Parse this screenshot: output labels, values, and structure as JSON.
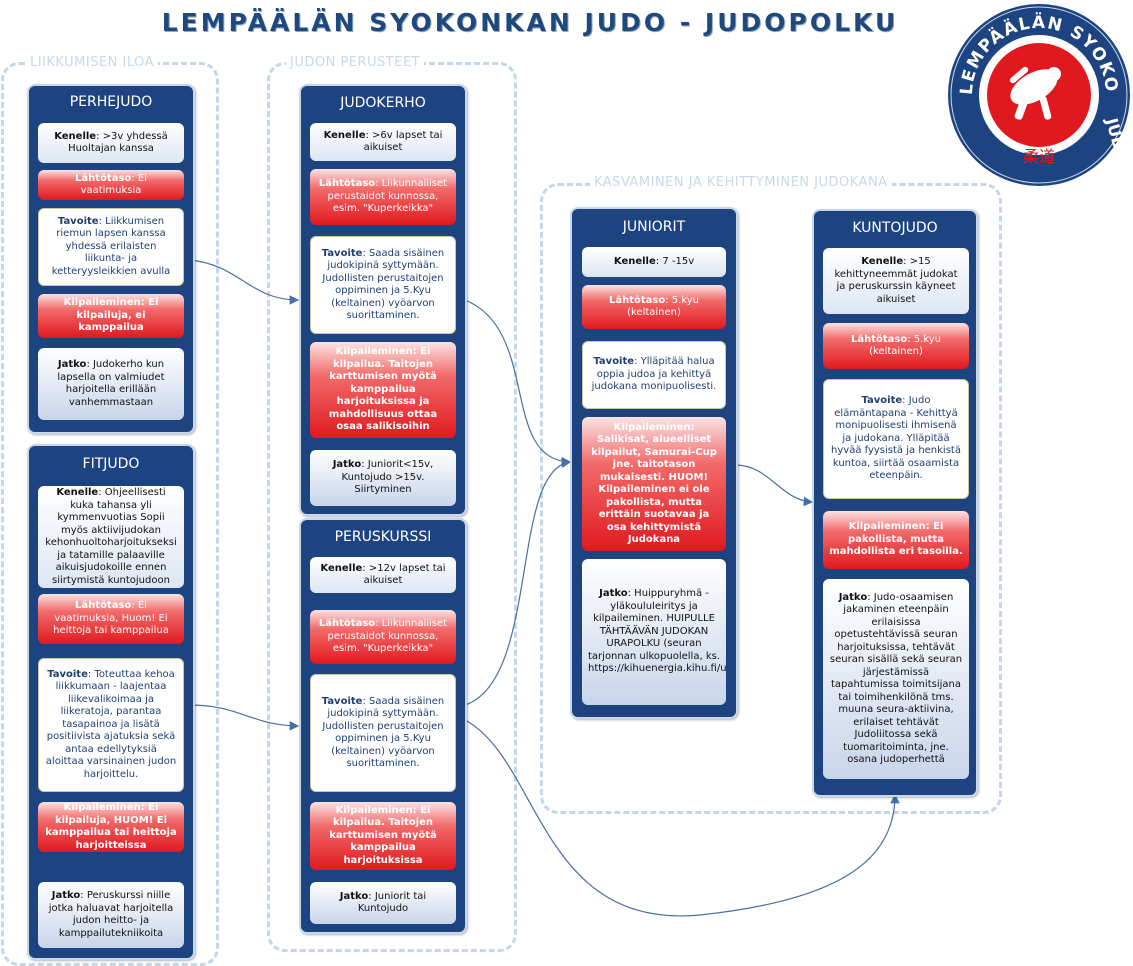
{
  "title": "LEMPÄÄLÄN SYOKONKAN JUDO - JUDOPOLKU",
  "logo": {
    "text": "LEMPÄÄLÄN SYOKONKAN JUDO",
    "kanji": "柔道"
  },
  "groups": {
    "liikkumisen": "LIIKKUMISEN ILOA",
    "perusteet": "JUDON PERUSTEET",
    "kasvaminen": "KASVAMINEN JA KEHITTYMINEN JUDOKANA"
  },
  "columns": {
    "perhejudo": {
      "title": "PERHEJUDO",
      "kenelle": {
        "label": "Kenelle",
        "text": ": >3v yhdessä Huoltajan kanssa"
      },
      "lahtotaso": {
        "label": "Lähtötaso",
        "text": ": Ei vaatimuksia"
      },
      "tavoite": {
        "label": "Tavoite",
        "text": ": Liikkumisen riemun lapsen kanssa yhdessä erilaisten liikunta- ja ketteryysleikkien avulla"
      },
      "kilpaileminen": {
        "label": "Kilpaileminen",
        "text": ": Ei kilpailuja, ei kamppailua"
      },
      "jatko": {
        "label": "Jatko",
        "text": ": Judokerho kun lapsella on valmiudet harjoitella erillään vanhemmastaan"
      }
    },
    "fitjudo": {
      "title": "FITJUDO",
      "kenelle": {
        "label": "Kenelle",
        "text": ": Ohjeellisesti kuka tahansa yli kymmenvuotias Sopii myös aktiivijudokan kehonhuoltoharjoitukseksi ja tatamille palaaville aikuisjudokoille ennen siirtymistä kuntojudoon"
      },
      "lahtotaso": {
        "label": "Lähtötaso",
        "text": ": Ei vaatimuksia, Huom! Ei heittoja tai kamppailua"
      },
      "tavoite": {
        "label": "Tavoite",
        "text": ": Toteuttaa kehoa liikkumaan - laajentaa liikevalikoimaa ja liikeratoja, parantaa tasapainoa ja lisätä positiivista ajatuksia sekä antaa edellytyksiä aloittaa varsinainen judon harjoittelu."
      },
      "kilpaileminen": {
        "label": "Kilpaileminen",
        "text": ": Ei kilpailuja, HUOM! Ei kamppailua tai heittoja harjoitteissa"
      },
      "jatko": {
        "label": "Jatko",
        "text": ": Peruskurssi niille jotka haluavat harjoitella judon heitto- ja kamppailutekniikoita"
      }
    },
    "judokerho": {
      "title": "JUDOKERHO",
      "kenelle": {
        "label": "Kenelle",
        "text": ": >6v lapset tai aikuiset"
      },
      "lahtotaso": {
        "label": "Lähtötaso",
        "text": ": Liikunnalliset perustaidot kunnossa, esim. \"Kuperkeikka\""
      },
      "tavoite": {
        "label": "Tavoite",
        "text": ": Saada sisäinen judokipinä syttymään. Judollisten perustaitojen oppiminen ja 5.Kyu (keltainen) vyöarvon suorittaminen."
      },
      "kilpaileminen": {
        "label": "Kilpaileminen",
        "text": ": Ei kilpailua. Taitojen karttumisen myötä kamppailua harjoituksissa ja mahdollisuus ottaa osaa salikisoihin"
      },
      "jatko": {
        "label": "Jatko",
        "text": ": Juniorit<15v, Kuntojudo >15v. Siirtyminen"
      }
    },
    "peruskurssi": {
      "title": "PERUSKURSSI",
      "kenelle": {
        "label": "Kenelle",
        "text": ": >12v lapset tai aikuiset"
      },
      "lahtotaso": {
        "label": "Lähtötaso",
        "text": ": Liikunnalliset perustaidot kunnossa, esim. \"Kuperkeikka\""
      },
      "tavoite": {
        "label": "Tavoite",
        "text": ": Saada sisäinen judokipinä syttymään. Judollisten perustaitojen oppiminen ja 5.Kyu (keltainen) vyöarvon suorittaminen."
      },
      "kilpaileminen": {
        "label": "Kilpaileminen",
        "text": ": Ei kilpailua. Taitojen karttumisen myötä kamppailua harjoituksissa"
      },
      "jatko": {
        "label": "Jatko",
        "text": ": Juniorit tai Kuntojudo"
      }
    },
    "juniorit": {
      "title": "JUNIORIT",
      "kenelle": {
        "label": "Kenelle",
        "text": ": 7 -15v"
      },
      "lahtotaso": {
        "label": "Lähtötaso",
        "text": ": 5.kyu (keltainen)"
      },
      "tavoite": {
        "label": "Tavoite",
        "text": ": Ylläpitää halua oppia judoa ja kehittyä judokana monipuolisesti."
      },
      "kilpaileminen": {
        "label": "Kilpaileminen",
        "text": ": Salikisat, alueelliset kilpailut, Samurai-Cup jne. taitotason mukaisesti. HUOM! Kilpaileminen ei ole pakollista, mutta erittäin suotavaa ja osa kehittymistä Judokana"
      },
      "jatko": {
        "label": "Jatko",
        "text": ": Huippuryhmä - yläkoululeiritys ja kilpaileminen. HUIPULLE TÄHTÄÄVÄN JUDOKAN URAPOLKU (seuran tarjonnan ulkopuolella, ks. https://kihuenergia.kihu.fi/urapolku)"
      }
    },
    "kuntojudo": {
      "title": "KUNTOJUDO",
      "kenelle": {
        "label": "Kenelle",
        "text": ": >15 kehittyneemmät judokat ja peruskurssin käyneet aikuiset"
      },
      "lahtotaso": {
        "label": "Lähtötaso",
        "text": ": 5.kyu (keltainen)"
      },
      "tavoite": {
        "label": "Tavoite",
        "text": ": Judo elämäntapana - Kehittyä monipuolisesti ihmisenä ja judokana. Ylläpitää hyvää fyysistä ja henkistä kuntoa, siirtää osaamista eteenpäin."
      },
      "kilpaileminen": {
        "label": "Kilpaileminen",
        "text": ": Ei pakollista, mutta mahdollista eri tasoilla."
      },
      "jatko": {
        "label": "Jatko",
        "text": ": Judo-osaamisen jakaminen eteenpäin erilaisissa opetustehtävissä seuran harjoituksissa, tehtävät seuran sisällä sekä seuran järjestämissä tapahtumissa toimitsijana tai toimihenkilönä tms. muuna seura-aktiivina, erilaiset tehtävät Judoliitossa sekä tuomaritoiminta, jne. osana judoperhettä"
      }
    }
  },
  "colors": {
    "navy": "#1d4480",
    "red": "#e0191f",
    "title": "#1f497d",
    "dash": "#c3d6ea"
  }
}
